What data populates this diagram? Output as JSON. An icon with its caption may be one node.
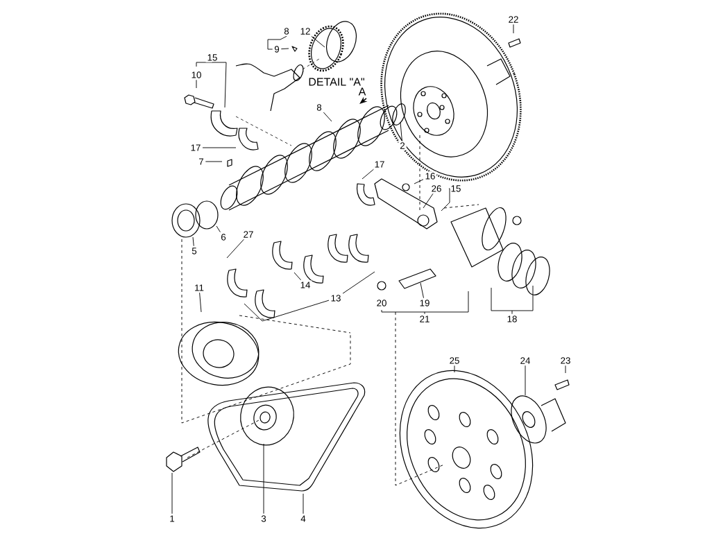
{
  "diagram": {
    "nodes": [
      {
        "text": [
          "12"
        ]
      },
      {
        "text": [
          "8"
        ]
      },
      {
        "text": [
          "9"
        ]
      },
      {
        "text": [
          "15"
        ]
      },
      {
        "text": [
          "10"
        ]
      },
      {
        "text": [
          "8"
        ]
      },
      {
        "text": [
          "2"
        ]
      },
      {
        "text": [
          "22"
        ]
      },
      {
        "text": [
          "17"
        ]
      },
      {
        "text": [
          "7"
        ]
      },
      {
        "text": [
          "17"
        ]
      },
      {
        "text": [
          "16"
        ]
      },
      {
        "text": [
          "26"
        ]
      },
      {
        "text": [
          "15"
        ]
      },
      {
        "text": [
          "6"
        ]
      },
      {
        "text": [
          "5"
        ]
      },
      {
        "text": [
          "27"
        ]
      },
      {
        "text": [
          "14"
        ]
      },
      {
        "text": [
          "13"
        ]
      },
      {
        "text": [
          "11"
        ]
      },
      {
        "text": [
          "20"
        ]
      },
      {
        "text": [
          "19"
        ]
      },
      {
        "text": [
          "21"
        ]
      },
      {
        "text": [
          "18"
        ]
      },
      {
        "text": [
          "25"
        ]
      },
      {
        "text": [
          "24"
        ]
      },
      {
        "text": [
          "23"
        ]
      },
      {
        "text": [
          "1"
        ]
      },
      {
        "text": [
          "3"
        ]
      },
      {
        "text": [
          "4"
        ]
      }
    ],
    "edges": [
      {
        "from": 0,
        "to": null,
        "arrow": "none"
      },
      {
        "from": 1,
        "to": 2,
        "arrow": "none"
      },
      {
        "from": 2,
        "to": null,
        "arrow": "none"
      },
      {
        "from": 3,
        "to": null,
        "arrow": "none"
      },
      {
        "from": 4,
        "to": null,
        "arrow": "none"
      },
      {
        "from": 5,
        "to": null,
        "arrow": "none"
      },
      {
        "from": 6,
        "to": null,
        "arrow": "none"
      },
      {
        "from": 7,
        "to": null,
        "arrow": "none"
      },
      {
        "from": 8,
        "to": null,
        "arrow": "none"
      },
      {
        "from": 9,
        "to": null,
        "arrow": "none"
      },
      {
        "from": 10,
        "to": null,
        "arrow": "none"
      },
      {
        "from": 11,
        "to": null,
        "arrow": "none"
      },
      {
        "from": 12,
        "to": null,
        "arrow": "none"
      },
      {
        "from": 13,
        "to": null,
        "arrow": "none"
      },
      {
        "from": 14,
        "to": null,
        "arrow": "none"
      },
      {
        "from": 15,
        "to": null,
        "arrow": "none"
      },
      {
        "from": 16,
        "to": null,
        "arrow": "none"
      },
      {
        "from": 17,
        "to": null,
        "arrow": "none"
      },
      {
        "from": 18,
        "to": null,
        "arrow": "none"
      },
      {
        "from": 18,
        "to": null,
        "arrow": "none"
      },
      {
        "from": 19,
        "to": null,
        "arrow": "none"
      },
      {
        "from": 21,
        "to": null,
        "arrow": "none"
      },
      {
        "from": 22,
        "to": null,
        "arrow": "none"
      },
      {
        "from": 23,
        "to": null,
        "arrow": "none"
      },
      {
        "from": 24,
        "to": null,
        "arrow": "none"
      },
      {
        "from": 25,
        "to": null,
        "arrow": "none"
      },
      {
        "from": 26,
        "to": null,
        "arrow": "none"
      },
      {
        "from": 27,
        "to": null,
        "arrow": "none"
      },
      {
        "from": 28,
        "to": null,
        "arrow": "none"
      },
      {
        "from": 29,
        "to": null,
        "arrow": "none"
      }
    ],
    "labels": [
      "DETAIL \"A\"",
      "A"
    ]
  }
}
